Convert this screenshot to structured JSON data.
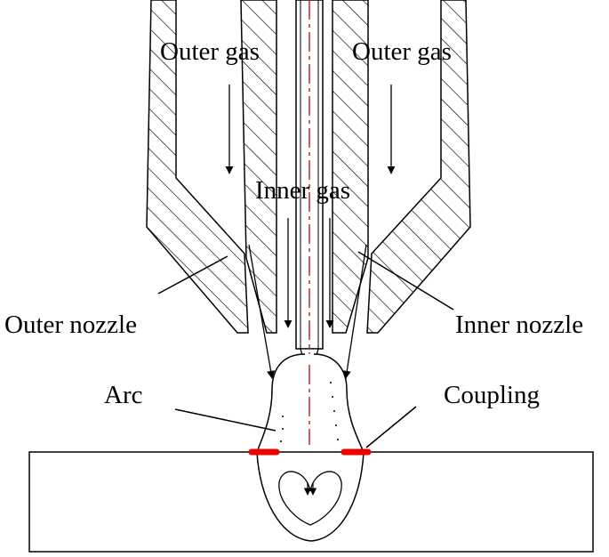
{
  "labels": {
    "outer_gas_left": "Outer gas",
    "outer_gas_right": "Outer gas",
    "inner_gas": "Inner gas",
    "outer_nozzle": "Outer nozzle",
    "inner_nozzle": "Inner nozzle",
    "arc": "Arc",
    "coupling": "Coupling"
  },
  "colors": {
    "line": "#000000",
    "electrode_axis": "#cc0000",
    "coupling": "#ee0000",
    "background": "#ffffff"
  }
}
